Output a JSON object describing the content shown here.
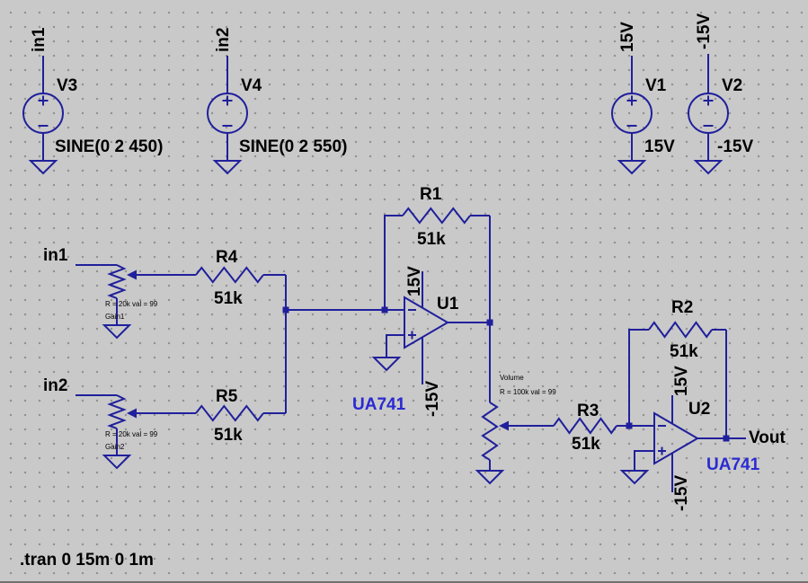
{
  "colors": {
    "bg": "#c9c9c9",
    "dot": "#909090",
    "wire": "#20209c",
    "label": "#000000",
    "model": "#2a2ad2"
  },
  "directive": ".tran 0 15m 0 1m",
  "nets": {
    "input1": "in1",
    "input2": "in2",
    "output": "Vout"
  },
  "sources": {
    "v3": {
      "net": "in1",
      "name": "V3",
      "value": "SINE(0 2 450)"
    },
    "v4": {
      "net": "in2",
      "name": "V4",
      "value": "SINE(0 2 550)"
    },
    "v1": {
      "net": "15V",
      "name": "V1",
      "value": "15V"
    },
    "v2": {
      "net": "-15V",
      "name": "V2",
      "value": "-15V"
    }
  },
  "resistors": {
    "r1": {
      "name": "R1",
      "value": "51k"
    },
    "r2": {
      "name": "R2",
      "value": "51k"
    },
    "r3": {
      "name": "R3",
      "value": "51k"
    },
    "r4": {
      "name": "R4",
      "value": "51k"
    },
    "r5": {
      "name": "R5",
      "value": "51k"
    }
  },
  "pots": {
    "gain1": {
      "name": "Gain1",
      "params": "R = 20k val = 99"
    },
    "gain2": {
      "name": "Gain2",
      "params": "R = 20k val = 99"
    },
    "volume": {
      "name": "Volume",
      "params": "R = 100k val = 99"
    }
  },
  "opamps": {
    "u1": {
      "name": "U1",
      "model": "UA741",
      "vplus": "15V",
      "vminus": "-15V"
    },
    "u2": {
      "name": "U2",
      "model": "UA741",
      "vplus": "15V",
      "vminus": "-15V"
    }
  }
}
